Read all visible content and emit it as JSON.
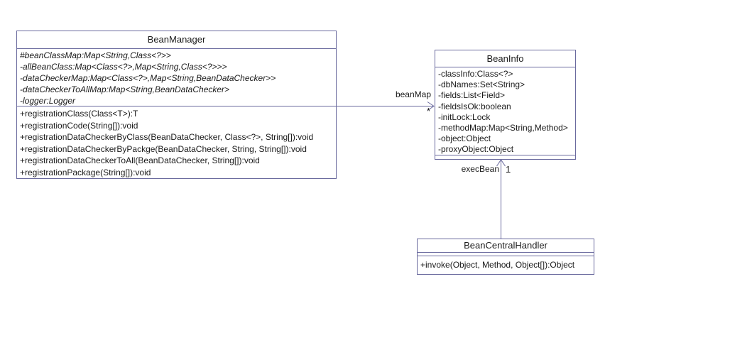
{
  "canvas": {
    "background_color": "#ffffff",
    "line_color": "#6a6a9e",
    "text_color": "#1a1a1a"
  },
  "classes": [
    {
      "name": "BeanManager",
      "attributes": [
        "#beanClassMap:Map<String,Class<?>>",
        "-allBeanClass:Map<Class<?>,Map<String,Class<?>>>",
        "-dataCheckerMap:Map<Class<?>,Map<String,BeanDataChecker>>",
        "-dataCheckerToAllMap:Map<String,BeanDataChecker>",
        "-logger:Logger"
      ],
      "methods": [
        "+registrationClass(Class<T>):T",
        "+registrationCode(String[]):void",
        "+registrationDataCheckerByClass(BeanDataChecker, Class<?>, String[]):void",
        "+registrationDataCheckerByPackge(BeanDataChecker, String, String[]):void",
        "+registrationDataCheckerToAll(BeanDataChecker, String[]):void",
        "+registrationPackage(String[]):void"
      ]
    },
    {
      "name": "BeanInfo",
      "attributes": [
        "-classInfo:Class<?>",
        "-dbNames:Set<String>",
        "-fields:List<Field>",
        "-fieldsIsOk:boolean",
        "-initLock:Lock",
        "-methodMap:Map<String,Method>",
        "-object:Object",
        "-proxyObject:Object"
      ],
      "methods": []
    },
    {
      "name": "BeanCentralHandler",
      "attributes": [],
      "methods": [
        "+invoke(Object, Method, Object[]):Object"
      ]
    }
  ],
  "associations": [
    {
      "from": "BeanManager",
      "to": "BeanInfo",
      "label": "beanMap",
      "multiplicity": "*"
    },
    {
      "from": "BeanCentralHandler",
      "to": "BeanInfo",
      "label": "execBean",
      "multiplicity": "1"
    }
  ]
}
